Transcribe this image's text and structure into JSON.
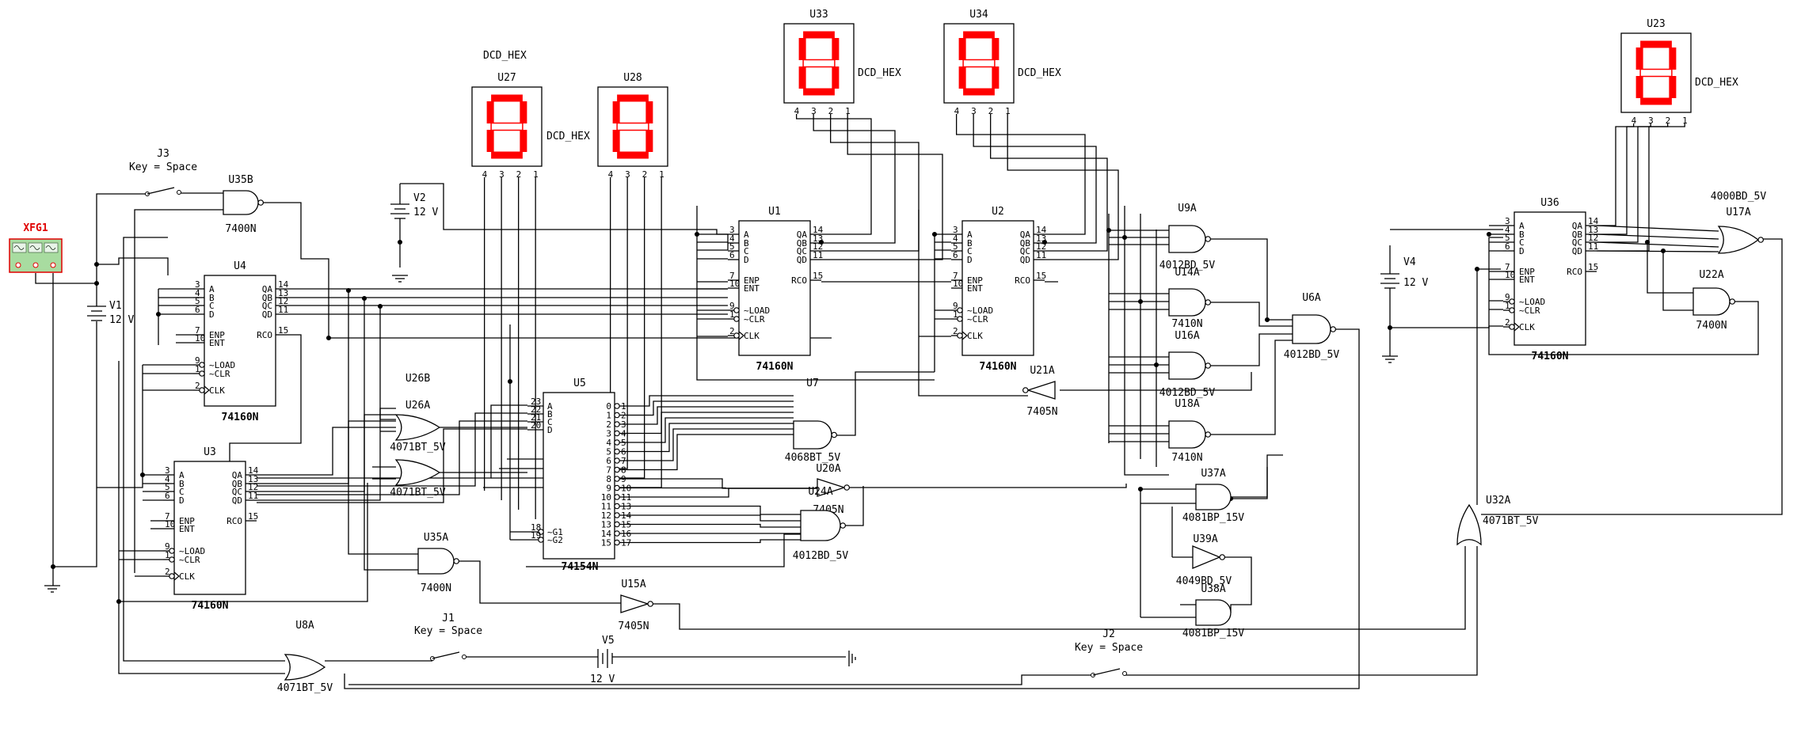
{
  "colors": {
    "wire": "#000000",
    "segment_on": "#ff0000",
    "segment_off": "#ffd0d0",
    "xfg_fill": "#a8dca0",
    "xfg_border": "#e00000",
    "label_red": "#e00000",
    "background": "#ffffff"
  },
  "function_generator": {
    "ref": "XFG1"
  },
  "sources": [
    {
      "ref": "V1",
      "value": "12 V"
    },
    {
      "ref": "V2",
      "value": "12 V"
    },
    {
      "ref": "V4",
      "value": "12 V"
    },
    {
      "ref": "V5",
      "value": "12 V"
    }
  ],
  "switches": [
    {
      "ref": "J1",
      "key": "Key = Space"
    },
    {
      "ref": "J2",
      "key": "Key = Space"
    },
    {
      "ref": "J3",
      "key": "Key = Space"
    }
  ],
  "displays": [
    {
      "ref": "U27",
      "type": "DCD_HEX",
      "pins": [
        "4",
        "3",
        "2",
        "1"
      ]
    },
    {
      "ref": "U28",
      "type": "",
      "pins": [
        "4",
        "3",
        "2",
        "1"
      ]
    },
    {
      "ref": "U33",
      "type": "DCD_HEX",
      "pins": [
        "4",
        "3",
        "2",
        "1"
      ]
    },
    {
      "ref": "U34",
      "type": "DCD_HEX",
      "pins": [
        "4",
        "3",
        "2",
        "1"
      ]
    },
    {
      "ref": "U23",
      "type": "DCD_HEX",
      "pins": [
        "4",
        "3",
        "2",
        "1"
      ]
    }
  ],
  "display_label_u27": "DCD_HEX",
  "display_label_u28": "DCD_HEX",
  "counters": [
    {
      "ref": "U4",
      "part": "74160N",
      "in_pins": [
        "3",
        "4",
        "5",
        "6",
        "7",
        "10",
        "9",
        "1",
        "2"
      ],
      "out_pins": [
        "14",
        "13",
        "12",
        "11",
        "15"
      ]
    },
    {
      "ref": "U3",
      "part": "74160N",
      "in_pins": [
        "3",
        "4",
        "5",
        "6",
        "7",
        "10",
        "9",
        "1",
        "2"
      ],
      "out_pins": [
        "14",
        "13",
        "12",
        "11",
        "15"
      ]
    },
    {
      "ref": "U1",
      "part": "74160N",
      "in_pins": [
        "3",
        "4",
        "5",
        "6",
        "7",
        "10",
        "9",
        "1",
        "2"
      ],
      "out_pins": [
        "14",
        "13",
        "12",
        "11",
        "15"
      ]
    },
    {
      "ref": "U2",
      "part": "74160N",
      "in_pins": [
        "3",
        "4",
        "5",
        "6",
        "7",
        "10",
        "9",
        "1",
        "2"
      ],
      "out_pins": [
        "14",
        "13",
        "12",
        "11",
        "15"
      ]
    },
    {
      "ref": "U36",
      "part": "74160N",
      "in_pins": [
        "3",
        "4",
        "5",
        "6",
        "7",
        "10",
        "9",
        "1",
        "2"
      ],
      "out_pins": [
        "14",
        "13",
        "12",
        "11",
        "15"
      ]
    }
  ],
  "counter_pin_labels": {
    "inputs": [
      "A",
      "B",
      "C",
      "D",
      "ENP",
      "ENT",
      "~LOAD",
      "~CLR",
      "CLK"
    ],
    "outputs": [
      "QA",
      "QB",
      "QC",
      "QD",
      "RCO"
    ]
  },
  "decoder": {
    "ref": "U5",
    "part": "74154N",
    "in_labels": [
      "A",
      "B",
      "C",
      "D"
    ],
    "in_pins": [
      "23",
      "22",
      "21",
      "20"
    ],
    "enable_labels": [
      "~G1",
      "~G2"
    ],
    "enable_pins": [
      "18",
      "19"
    ],
    "out_labels": [
      "0",
      "1",
      "2",
      "3",
      "4",
      "5",
      "6",
      "7",
      "8",
      "9",
      "10",
      "11",
      "12",
      "13",
      "14",
      "15"
    ],
    "out_pins": [
      "1",
      "2",
      "3",
      "4",
      "5",
      "6",
      "7",
      "8",
      "9",
      "10",
      "11",
      "13",
      "14",
      "15",
      "16",
      "17"
    ]
  },
  "gates": [
    {
      "ref": "U35B",
      "part": "7400N"
    },
    {
      "ref": "U35A",
      "part": "7400N"
    },
    {
      "ref": "U26A",
      "part": "4071BT_5V"
    },
    {
      "ref": "U26B",
      "part": "4071BT_5V"
    },
    {
      "ref": "U7",
      "part": "4068BT_5V"
    },
    {
      "ref": "U20A",
      "part": "7405N"
    },
    {
      "ref": "U24A",
      "part": "4012BD_5V"
    },
    {
      "ref": "U15A",
      "part": "7405N"
    },
    {
      "ref": "U8A",
      "part": "4071BT_5V"
    },
    {
      "ref": "U9A",
      "part": "4012BD_5V"
    },
    {
      "ref": "U14A",
      "part": "7410N"
    },
    {
      "ref": "U16A",
      "part": "4012BD_5V"
    },
    {
      "ref": "U18A",
      "part": "7410N"
    },
    {
      "ref": "U6A",
      "part": "4012BD_5V"
    },
    {
      "ref": "U21A",
      "part": "7405N"
    },
    {
      "ref": "U37A",
      "part": "4081BP_15V"
    },
    {
      "ref": "U39A",
      "part": "4049BD_5V"
    },
    {
      "ref": "U38A",
      "part": "4081BP_15V"
    },
    {
      "ref": "U32A",
      "part": "4071BT_5V"
    },
    {
      "ref": "U17A",
      "part": "4000BD_5V"
    },
    {
      "ref": "U22A",
      "part": "7400N"
    }
  ]
}
